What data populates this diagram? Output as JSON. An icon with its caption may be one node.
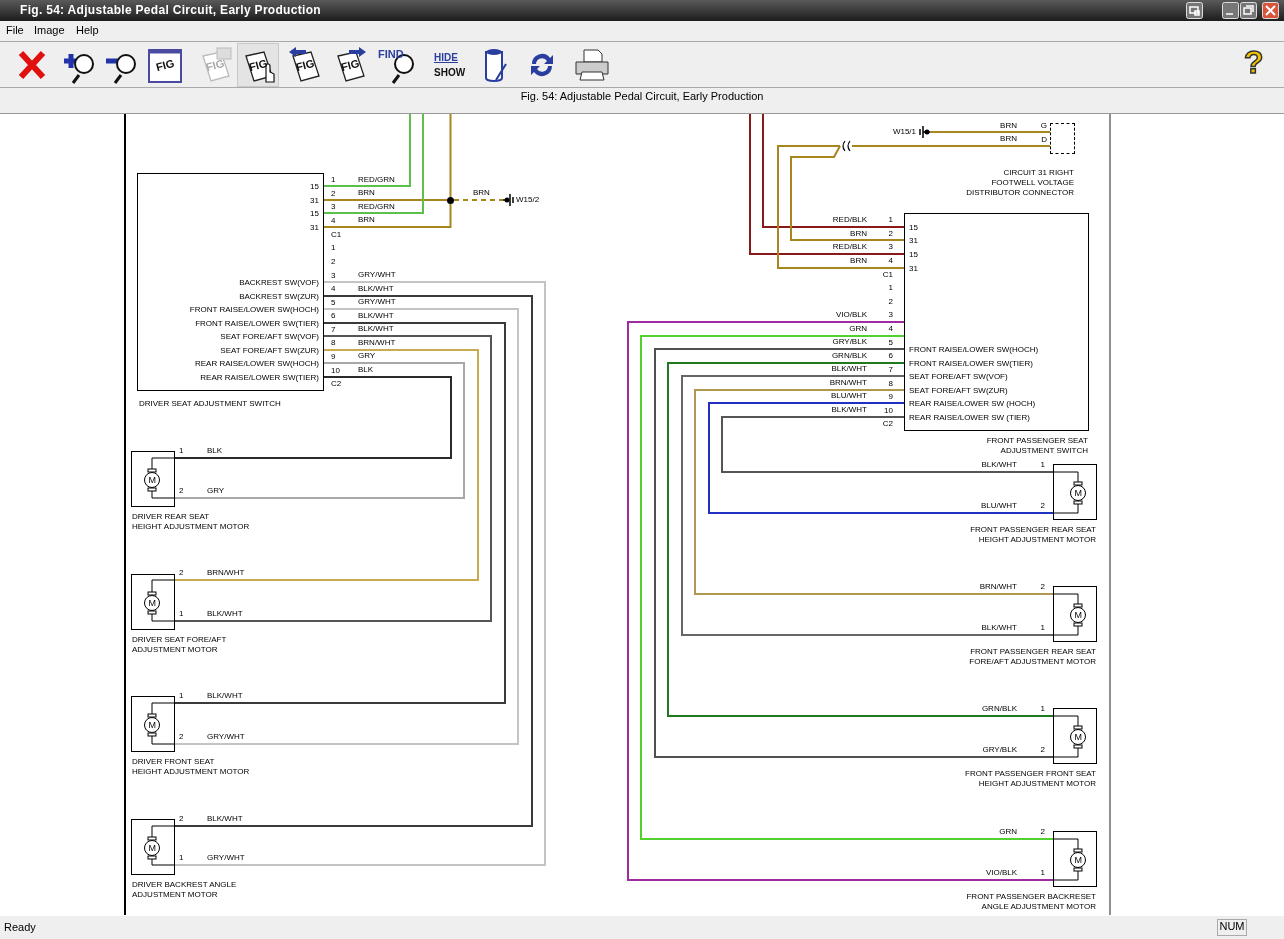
{
  "diagram": {
    "title": "Fig. 54: Adjustable Pedal Circuit, Early Production",
    "nodes": [
      {
        "text": [
          "15",
          "31",
          "15",
          "31",
          "BACKREST SW(VOF)",
          "BACKREST SW(ZUR)",
          "FRONT RAISE/LOWER SW(HOCH)",
          "FRONT RAISE/LOWER SW(TIER)",
          "SEAT FORE/AFT SW(VOF)",
          "SEAT FORE/AFT SW(ZUR)",
          "REAR RAISE/LOWER SW(HOCH)",
          "REAR RAISE/LOWER SW(TIER)",
          "DRIVER SEAT ADJUSTMENT SWITCH"
        ],
        "beside": [
          "1",
          "2",
          "3",
          "4",
          "C1",
          "1",
          "2",
          "3",
          "4",
          "5",
          "6",
          "7",
          "8",
          "9",
          "10",
          "C2"
        ]
      },
      {
        "text": [],
        "shape": "circle"
      },
      {
        "text": [
          "W15/2"
        ]
      },
      {
        "text": [
          "M",
          "DRIVER REAR SEAT HEIGHT ADJUSTMENT MOTOR"
        ],
        "beside": [
          "1",
          "BLK",
          "2",
          "GRY"
        ]
      },
      {
        "text": [
          "M",
          "DRIVER SEAT FORE/AFT ADJUSTMENT MOTOR"
        ],
        "beside": [
          "2",
          "BRN/WHT",
          "1",
          "BLK/WHT"
        ]
      },
      {
        "text": [
          "M",
          "DRIVER FRONT SEAT HEIGHT ADJUSTMENT MOTOR"
        ],
        "beside": [
          "1",
          "BLK/WHT",
          "2",
          "GRY/WHT"
        ]
      },
      {
        "text": [
          "M",
          "DRIVER BACKREST ANGLE ADJUSTMENT MOTOR"
        ],
        "beside": [
          "2",
          "BLK/WHT",
          "1",
          "GRY/WHT"
        ]
      },
      {
        "text": [
          "W15/1"
        ]
      },
      {
        "text": [
          "CIRCUIT 31 RIGHT FOOTWELL VOLTAGE DISTRIBUTOR CONNECTOR"
        ],
        "beside": [
          "G",
          "D"
        ]
      },
      {
        "text": [],
        "shape": "connector"
      },
      {
        "text": [
          "15",
          "31",
          "15",
          "31",
          "FRONT RAISE/LOWER SW(HOCH)",
          "FRONT RAISE/LOWER SW(TIER)",
          "SEAT FORE/AFT SW(VOF)",
          "SEAT FORE/AFT SW(ZUR)",
          "REAR RAISE/LOWER SW (HOCH)",
          "REAR RAISE/LOWER SW (TIER)",
          "FRONT PASSENGER SEAT ADJUSTMENT SWITCH"
        ],
        "beside": [
          "1",
          "2",
          "3",
          "4",
          "C1",
          "1",
          "2",
          "3",
          "4",
          "5",
          "6",
          "7",
          "8",
          "9",
          "10",
          "C2"
        ]
      },
      {
        "text": [
          "M",
          "FRONT PASSENGER REAR SEAT HEIGHT ADJUSTMENT MOTOR"
        ],
        "beside": [
          "BLK/WHT",
          "1",
          "BLU/WHT",
          "2"
        ]
      },
      {
        "text": [
          "M",
          "FRONT PASSENGER REAR SEAT FORE/AFT ADJUSTMENT MOTOR"
        ],
        "beside": [
          "BRN/WHT",
          "2",
          "BLK/WHT",
          "1"
        ]
      },
      {
        "text": [
          "M",
          "FRONT PASSENGER FRONT SEAT HEIGHT ADJUSTMENT MOTOR"
        ],
        "beside": [
          "GRN/BLK",
          "1",
          "GRY/BLK",
          "2"
        ]
      },
      {
        "text": [
          "M",
          "FRONT PASSENGER BACKRESET ANGLE ADJUSTMENT MOTOR"
        ],
        "beside": [
          "GRN",
          "2",
          "VIO/BLK",
          "1"
        ]
      }
    ],
    "edges": [
      {
        "from": 0,
        "to": null,
        "arrow": "none",
        "label": "RED/GRN",
        "color": "#5cc04a"
      },
      {
        "from": 0,
        "to": 1,
        "arrow": "none",
        "label": "BRN",
        "color": "#a8861e"
      },
      {
        "from": 0,
        "to": null,
        "arrow": "none",
        "label": "RED/GRN",
        "color": "#5cc04a"
      },
      {
        "from": 0,
        "to": 1,
        "arrow": "none",
        "label": "BRN",
        "color": "#a8861e"
      },
      {
        "from": 1,
        "to": null,
        "arrow": "none",
        "color": "#a8861e"
      },
      {
        "from": 1,
        "to": 2,
        "arrow": "none",
        "label": "BRN",
        "style": "dashed",
        "color": "#a8861e"
      },
      {
        "from": 0,
        "to": 6,
        "arrow": "none",
        "label": "GRY/WHT",
        "color": "#c4c4c4"
      },
      {
        "from": 0,
        "to": 6,
        "arrow": "none",
        "label": "BLK/WHT",
        "color": "#3a3a3a"
      },
      {
        "from": 0,
        "to": 5,
        "arrow": "none",
        "label": "GRY/WHT",
        "color": "#c4c4c4"
      },
      {
        "from": 0,
        "to": 5,
        "arrow": "none",
        "label": "BLK/WHT",
        "color": "#3a3a3a"
      },
      {
        "from": 0,
        "to": 4,
        "arrow": "none",
        "label": "BLK/WHT",
        "color": "#555555"
      },
      {
        "from": 0,
        "to": 4,
        "arrow": "none",
        "label": "BRN/WHT",
        "color": "#c8aa50"
      },
      {
        "from": 0,
        "to": 3,
        "arrow": "none",
        "label": "GRY",
        "color": "#a8a8a8"
      },
      {
        "from": 0,
        "to": 3,
        "arrow": "none",
        "label": "BLK",
        "color": "#2a2a2a"
      },
      {
        "from": 7,
        "to": 8,
        "arrow": "none",
        "label": "BRN",
        "color": "#a8861e"
      },
      {
        "from": 8,
        "to": 9,
        "arrow": "none",
        "label": "BRN",
        "color": "#a8861e"
      },
      {
        "from": null,
        "to": 10,
        "arrow": "none",
        "label": "RED/BLK",
        "color": "#8a1a1a"
      },
      {
        "from": 9,
        "to": 10,
        "arrow": "none",
        "label": "BRN",
        "color": "#a8861e"
      },
      {
        "from": null,
        "to": 10,
        "arrow": "none",
        "label": "RED/BLK",
        "color": "#8a1a1a"
      },
      {
        "from": 9,
        "to": 10,
        "arrow": "none",
        "label": "BRN",
        "color": "#a8861e"
      },
      {
        "from": 10,
        "to": 14,
        "arrow": "none",
        "label": "VIO/BLK",
        "color": "#a02aa0"
      },
      {
        "from": 10,
        "to": 14,
        "arrow": "none",
        "label": "GRN",
        "color": "#52d030"
      },
      {
        "from": 10,
        "to": 13,
        "arrow": "none",
        "label": "GRY/BLK",
        "color": "#505050"
      },
      {
        "from": 10,
        "to": 13,
        "arrow": "none",
        "label": "GRN/BLK",
        "color": "#1f7a1f"
      },
      {
        "from": 10,
        "to": 12,
        "arrow": "none",
        "label": "BLK/WHT",
        "color": "#666666"
      },
      {
        "from": 10,
        "to": 12,
        "arrow": "none",
        "label": "BRN/WHT",
        "color": "#b09850"
      },
      {
        "from": 10,
        "to": 11,
        "arrow": "none",
        "label": "BLU/WHT",
        "color": "#2030c0"
      },
      {
        "from": 10,
        "to": 11,
        "arrow": "none",
        "label": "BLK/WHT",
        "color": "#555555"
      }
    ],
    "labels": [
      "File",
      "Image",
      "Help",
      "FIG",
      "FIG",
      "FIG",
      "FIG",
      "FIG",
      "FIND",
      "HIDE",
      "SHOW",
      "?",
      "Fig. 54: Adjustable Pedal Circuit, Early Production",
      "Ready",
      "NUM"
    ]
  }
}
